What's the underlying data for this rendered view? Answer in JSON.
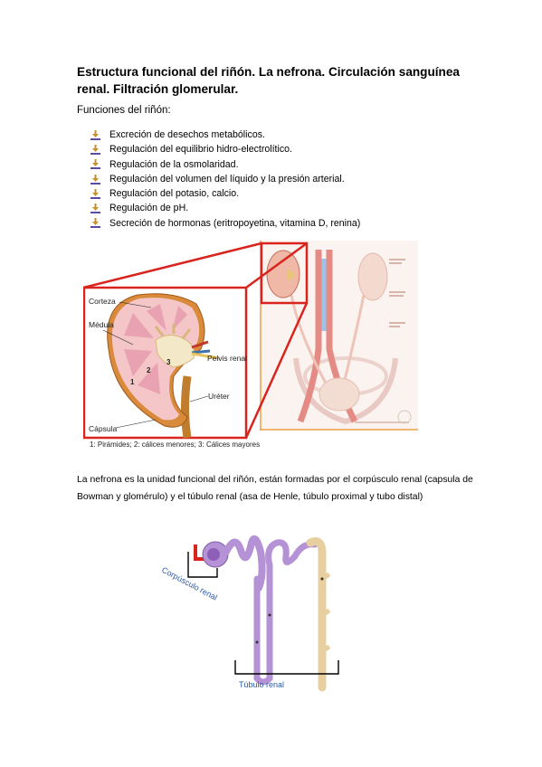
{
  "document": {
    "title": "Estructura funcional del riñón. La nefrona. Circulación sanguínea renal. Filtración glomerular.",
    "functions_heading": "Funciones del riñón:",
    "functions": [
      "Excreción de desechos metabólicos.",
      "Regulación del equilibrio hidro-electrolítico.",
      "Regulación de la osmolaridad.",
      "Regulación del volumen del líquido y la presión arterial.",
      "Regulación del potasio, calcio.",
      "Regulación de pH.",
      "Secreción de hormonas (eritropoyetina, vitamina D, renina)"
    ],
    "figure1": {
      "labels": {
        "corteza": "Corteza",
        "medula": "Médula",
        "pelvis": "Pelvis renal",
        "ureter": "Uréter",
        "capsula": "Cápsula",
        "n1": "1",
        "n2": "2",
        "n3": "3"
      },
      "caption": "1: Pirámides; 2: cálices menores; 3: Cálices mayores"
    },
    "nephron_paragraph": "La nefrona es la unidad funcional del riñón, están formadas por el corpúsculo renal (capsula de Bowman y glomérulo) y el túbulo renal (asa de Henle, túbulo proximal y tubo distal)",
    "figure2": {
      "labels": {
        "corpusculo": "Corpúsculo renal",
        "tubulo": "Túbulo renal"
      }
    },
    "colors": {
      "highlight_red": "#d9241d",
      "tubule_purple": "#b592d6",
      "collecting_duct": "#e8cfa0",
      "label_blue": "#2b5aa6"
    }
  }
}
